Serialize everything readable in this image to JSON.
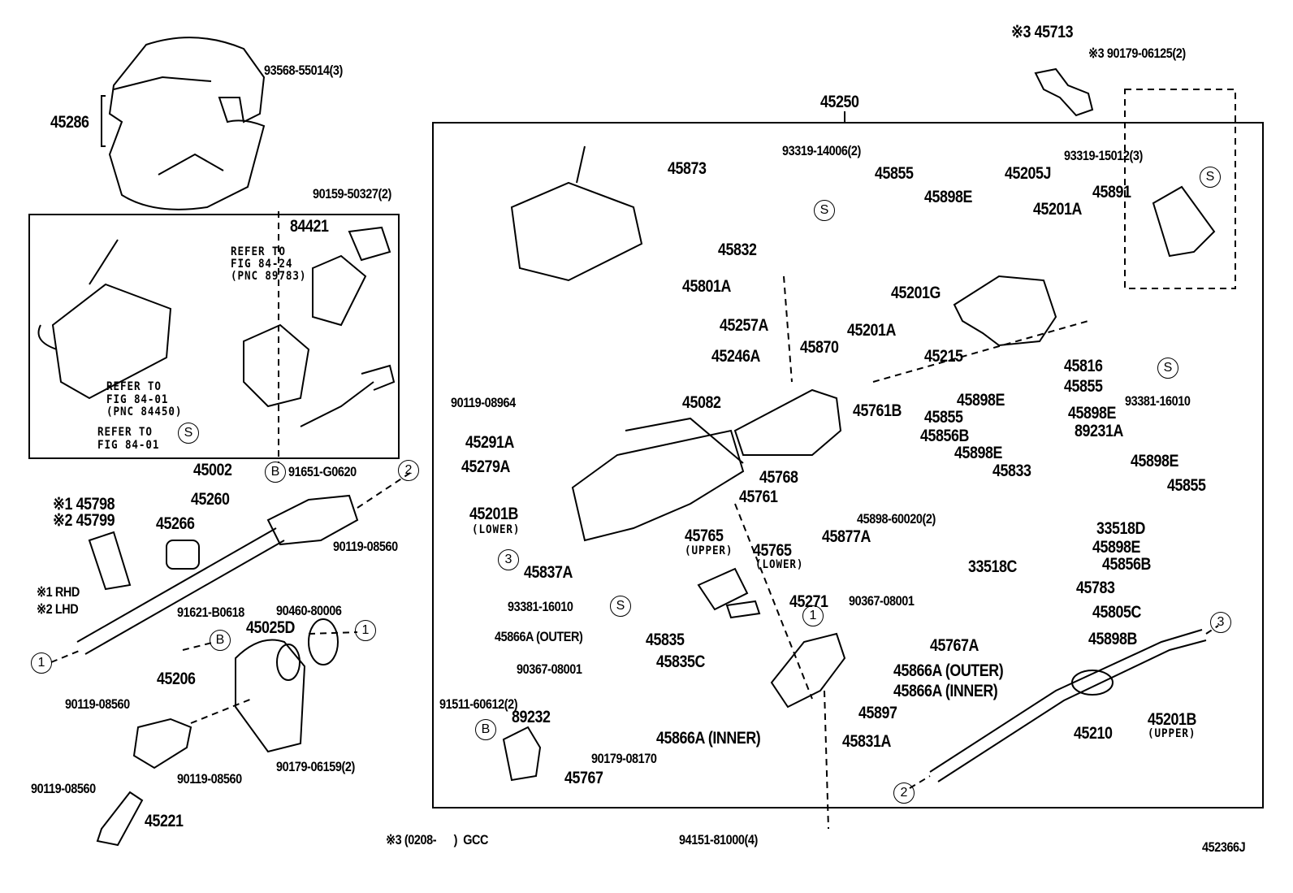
{
  "diagram_code": "452366J",
  "group_label": "45250",
  "footnote": "※3 (0208-      )  GCC",
  "callouts": [
    {
      "text": "45286"
    },
    {
      "text": "93568-55014(3)"
    },
    {
      "text": "90159-50327(2)"
    },
    {
      "text": "84421"
    },
    {
      "text": "REFER TO"
    },
    {
      "text": "FIG 84-24"
    },
    {
      "text": "(PNC 89783)"
    },
    {
      "text": "REFER TO"
    },
    {
      "text": "FIG 84-01"
    },
    {
      "text": "(PNC 84450)"
    },
    {
      "text": "REFER TO"
    },
    {
      "text": "FIG 84-01"
    },
    {
      "text": "45002"
    },
    {
      "text": "91651-G0620"
    },
    {
      "text": "※1 45798"
    },
    {
      "text": "※2 45799"
    },
    {
      "text": "45260"
    },
    {
      "text": "45266"
    },
    {
      "text": "90119-08560"
    },
    {
      "text": "※1 RHD"
    },
    {
      "text": "※2 LHD"
    },
    {
      "text": "91621-B0618"
    },
    {
      "text": "90460-80006"
    },
    {
      "text": "45025D"
    },
    {
      "text": "45206"
    },
    {
      "text": "90119-08560"
    },
    {
      "text": "90119-08560"
    },
    {
      "text": "90179-06159(2)"
    },
    {
      "text": "90119-08560"
    },
    {
      "text": "45221"
    },
    {
      "text": "94151-81000(4)"
    },
    {
      "text": "※3 45713"
    },
    {
      "text": "※3  90179-06125(2)"
    },
    {
      "text": "45873"
    },
    {
      "text": "93319-14006(2)"
    },
    {
      "text": "45855"
    },
    {
      "text": "45898E"
    },
    {
      "text": "45205J"
    },
    {
      "text": "45201A"
    },
    {
      "text": "93319-15012(3)"
    },
    {
      "text": "45891"
    },
    {
      "text": "45832"
    },
    {
      "text": "45801A"
    },
    {
      "text": "45201G"
    },
    {
      "text": "45257A"
    },
    {
      "text": "45201A"
    },
    {
      "text": "45870"
    },
    {
      "text": "45246A"
    },
    {
      "text": "45215"
    },
    {
      "text": "45816"
    },
    {
      "text": "45855"
    },
    {
      "text": "93381-16010"
    },
    {
      "text": "45898E"
    },
    {
      "text": "90119-08964"
    },
    {
      "text": "45082"
    },
    {
      "text": "45855"
    },
    {
      "text": "45761B"
    },
    {
      "text": "45898E"
    },
    {
      "text": "45856B"
    },
    {
      "text": "89231A"
    },
    {
      "text": "45291A"
    },
    {
      "text": "45898E"
    },
    {
      "text": "45279A"
    },
    {
      "text": "45768"
    },
    {
      "text": "45833"
    },
    {
      "text": "45898E"
    },
    {
      "text": "45855"
    },
    {
      "text": "45761"
    },
    {
      "text": "45898-60020(2)"
    },
    {
      "text": "45201B"
    },
    {
      "text": "(LOWER)"
    },
    {
      "text": "45877A"
    },
    {
      "text": "33518D"
    },
    {
      "text": "45765"
    },
    {
      "text": "(UPPER)"
    },
    {
      "text": "45765"
    },
    {
      "text": "(LOWER)"
    },
    {
      "text": "33518C"
    },
    {
      "text": "45898E"
    },
    {
      "text": "45856B"
    },
    {
      "text": "45837A"
    },
    {
      "text": "45783"
    },
    {
      "text": "93381-16010"
    },
    {
      "text": "90367-08001"
    },
    {
      "text": "45271"
    },
    {
      "text": "45805C"
    },
    {
      "text": "45835"
    },
    {
      "text": "45866A (OUTER)"
    },
    {
      "text": "45767A"
    },
    {
      "text": "45898B"
    },
    {
      "text": "45835C"
    },
    {
      "text": "90367-08001"
    },
    {
      "text": "45866A (OUTER)"
    },
    {
      "text": "45866A (INNER)"
    },
    {
      "text": "91511-60612(2)"
    },
    {
      "text": "89232"
    },
    {
      "text": "45897"
    },
    {
      "text": "45201B"
    },
    {
      "text": "(UPPER)"
    },
    {
      "text": "45210"
    },
    {
      "text": "45866A (INNER)"
    },
    {
      "text": "45831A"
    },
    {
      "text": "90179-08170"
    },
    {
      "text": "45767"
    }
  ],
  "markers": [
    {
      "symbol": "S"
    },
    {
      "symbol": "B"
    },
    {
      "symbol": "2"
    },
    {
      "symbol": "1"
    },
    {
      "symbol": "B"
    },
    {
      "symbol": "1"
    },
    {
      "symbol": "1"
    },
    {
      "symbol": "S"
    },
    {
      "symbol": "S"
    },
    {
      "symbol": "S"
    },
    {
      "symbol": "3"
    },
    {
      "symbol": "S"
    },
    {
      "symbol": "3"
    },
    {
      "symbol": "B"
    },
    {
      "symbol": "2"
    }
  ]
}
